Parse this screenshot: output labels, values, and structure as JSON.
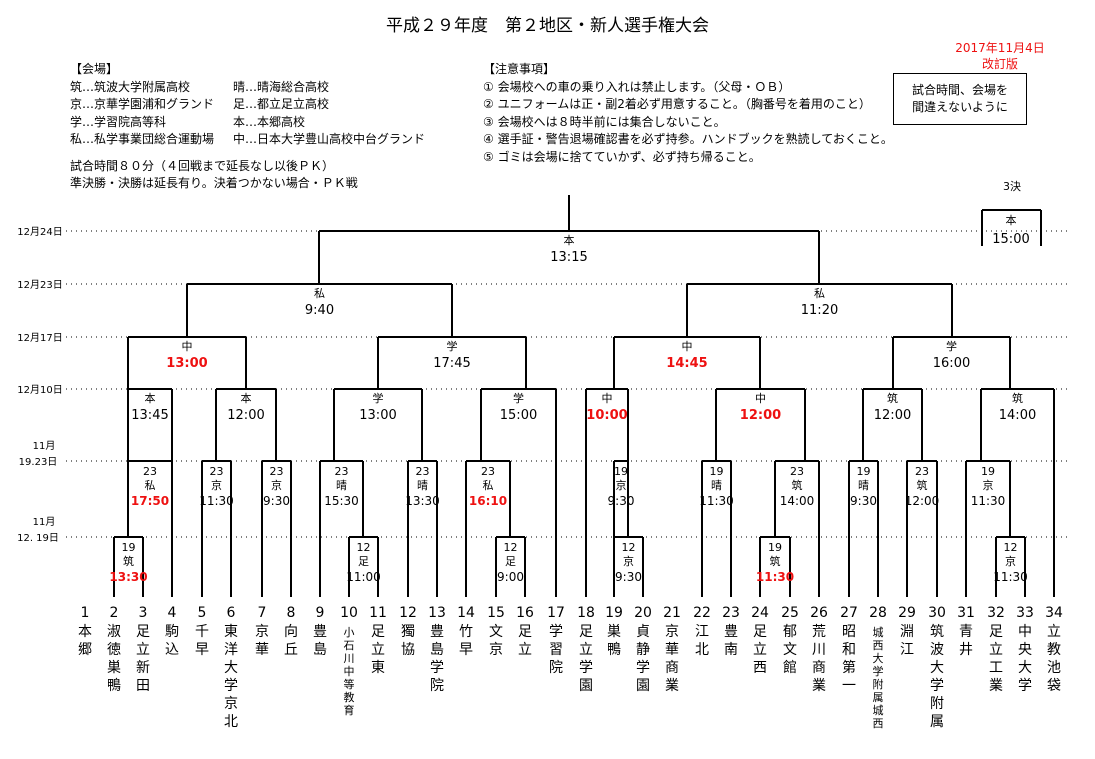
{
  "header": {
    "title": "平成２９年度　第２地区・新人選手権大会",
    "date": "2017年11月4日",
    "revision": "改訂版",
    "reminder": [
      "試合時間、会場を",
      "間違えないように"
    ]
  },
  "venues": {
    "heading": "【会場】",
    "rows": [
      [
        "筑…筑波大学附属高校",
        "晴…晴海総合高校"
      ],
      [
        "京…京華学園浦和グランド",
        "足…都立足立高校"
      ],
      [
        "学…学習院高等科",
        "本…本郷高校"
      ],
      [
        "私…私学事業団総合運動場",
        "中…日本大学豊山高校中台グランド"
      ]
    ]
  },
  "rules": {
    "time": "試合時間８０分（４回戦まで延長なし以後ＰＫ）",
    "extra": "準決勝・決勝は延長有り。決着つかない場合・ＰＫ戦"
  },
  "notes": {
    "heading": "【注意事項】",
    "items": [
      "① 会場校への車の乗り入れは禁止します。（父母・ＯＢ）",
      "② ユニフォームは正・副2着必ず用意すること。（胸番号を着用のこと）",
      "③ 会場校へは８時半前には集合しないこと。",
      "④ 選手証・警告退場確認書を必ず持参。ハンドブックを熟読しておくこと。",
      "⑤ ゴミは会場に捨てていかず、必ず持ち帰ること。"
    ]
  },
  "dates": [
    {
      "line1": "",
      "line2": "12月24日"
    },
    {
      "line1": "",
      "line2": "12月23日"
    },
    {
      "line1": "",
      "line2": "12月17日"
    },
    {
      "line1": "",
      "line2": "12月10日"
    },
    {
      "line1": "11月",
      "line2": "19.23日"
    },
    {
      "line1": "11月",
      "line2": "12. 19日"
    }
  ],
  "third_place": {
    "label": "3決",
    "venue": "本",
    "time": "15:00"
  },
  "matches": [
    {
      "venue": "本",
      "time": "13:15",
      "red": false
    },
    {
      "venue": "私",
      "time": "9:40",
      "red": false
    },
    {
      "venue": "私",
      "time": "11:20",
      "red": false
    },
    {
      "venue": "中",
      "time": "13:00",
      "red": true
    },
    {
      "venue": "学",
      "time": "17:45",
      "red": false
    },
    {
      "venue": "中",
      "time": "14:45",
      "red": true
    },
    {
      "venue": "学",
      "time": "16:00",
      "red": false
    },
    {
      "venue": "本",
      "time": "13:45",
      "red": false
    },
    {
      "venue": "本",
      "time": "12:00",
      "red": false
    },
    {
      "venue": "学",
      "time": "13:00",
      "red": false
    },
    {
      "venue": "学",
      "time": "15:00",
      "red": false
    },
    {
      "venue": "中",
      "time": "10:00",
      "red": true
    },
    {
      "venue": "中",
      "time": "12:00",
      "red": true
    },
    {
      "venue": "筑",
      "time": "12:00",
      "red": false
    },
    {
      "venue": "筑",
      "time": "14:00",
      "red": false
    },
    {
      "date": "23",
      "venue": "私",
      "time": "17:50",
      "red": true
    },
    {
      "date": "23",
      "venue": "京",
      "time": "11:30",
      "red": false
    },
    {
      "date": "23",
      "venue": "京",
      "time": "9:30",
      "red": false
    },
    {
      "date": "23",
      "venue": "晴",
      "time": "15:30",
      "red": false
    },
    {
      "date": "23",
      "venue": "晴",
      "time": "13:30",
      "red": false
    },
    {
      "date": "23",
      "venue": "私",
      "time": "16:10",
      "red": true
    },
    {
      "date": "19",
      "venue": "京",
      "time": "9:30",
      "red": false
    },
    {
      "date": "19",
      "venue": "晴",
      "time": "11:30",
      "red": false
    },
    {
      "date": "23",
      "venue": "筑",
      "time": "14:00",
      "red": false
    },
    {
      "date": "19",
      "venue": "晴",
      "time": "9:30",
      "red": false
    },
    {
      "date": "23",
      "venue": "筑",
      "time": "12:00",
      "red": false
    },
    {
      "date": "19",
      "venue": "京",
      "time": "11:30",
      "red": false
    },
    {
      "date": "19",
      "venue": "筑",
      "time": "13:30",
      "red": true
    },
    {
      "date": "12",
      "venue": "足",
      "time": "11:00",
      "red": false
    },
    {
      "date": "12",
      "venue": "足",
      "time": "9:00",
      "red": false
    },
    {
      "date": "12",
      "venue": "京",
      "time": "9:30",
      "red": false
    },
    {
      "date": "19",
      "venue": "筑",
      "time": "11:30",
      "red": true
    },
    {
      "date": "12",
      "venue": "京",
      "time": "11:30",
      "red": false
    }
  ],
  "teams": [
    {
      "num": "1",
      "name": "本郷"
    },
    {
      "num": "2",
      "name": "淑徳巣鴨"
    },
    {
      "num": "3",
      "name": "足立新田"
    },
    {
      "num": "4",
      "name": "駒込"
    },
    {
      "num": "5",
      "name": "千早"
    },
    {
      "num": "6",
      "name": "東洋大学京北"
    },
    {
      "num": "7",
      "name": "京華"
    },
    {
      "num": "8",
      "name": "向丘"
    },
    {
      "num": "9",
      "name": "豊島"
    },
    {
      "num": "10",
      "name": "小石川中等教育"
    },
    {
      "num": "11",
      "name": "足立東"
    },
    {
      "num": "12",
      "name": "獨協"
    },
    {
      "num": "13",
      "name": "豊島学院"
    },
    {
      "num": "14",
      "name": "竹早"
    },
    {
      "num": "15",
      "name": "文京"
    },
    {
      "num": "16",
      "name": "足立"
    },
    {
      "num": "17",
      "name": "学習院"
    },
    {
      "num": "18",
      "name": "足立学園"
    },
    {
      "num": "19",
      "name": "巣鴨"
    },
    {
      "num": "20",
      "name": "貞静学園"
    },
    {
      "num": "21",
      "name": "京華商業"
    },
    {
      "num": "22",
      "name": "江北"
    },
    {
      "num": "23",
      "name": "豊南"
    },
    {
      "num": "24",
      "name": "足立西"
    },
    {
      "num": "25",
      "name": "郁文館"
    },
    {
      "num": "26",
      "name": "荒川商業"
    },
    {
      "num": "27",
      "name": "昭和第一"
    },
    {
      "num": "28",
      "name": "城西大学附属城西"
    },
    {
      "num": "29",
      "name": "淵江"
    },
    {
      "num": "30",
      "name": "筑波大学附属"
    },
    {
      "num": "31",
      "name": "青井"
    },
    {
      "num": "32",
      "name": "足立工業"
    },
    {
      "num": "33",
      "name": "中央大学"
    },
    {
      "num": "34",
      "name": "立教池袋"
    }
  ]
}
